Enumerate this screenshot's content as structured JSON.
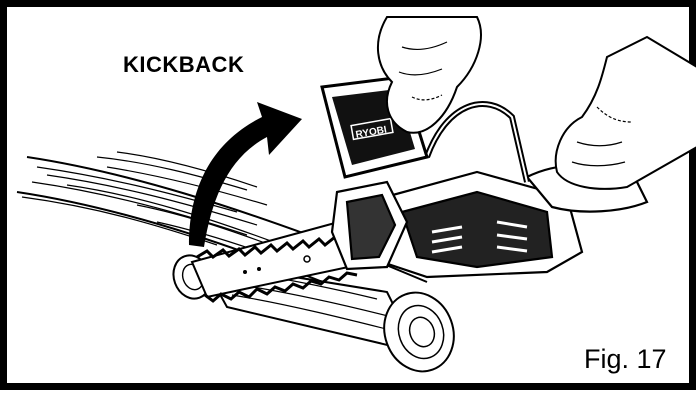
{
  "labels": {
    "kickback": "KICKBACK",
    "figure": "Fig. 17",
    "brand": "RYOBI"
  },
  "icons": [
    "kickback-arrow-icon",
    "log-icon",
    "chainsaw-icon",
    "gloved-hand-icon"
  ],
  "colors": {
    "ink": "#000000",
    "paper": "#ffffff"
  }
}
